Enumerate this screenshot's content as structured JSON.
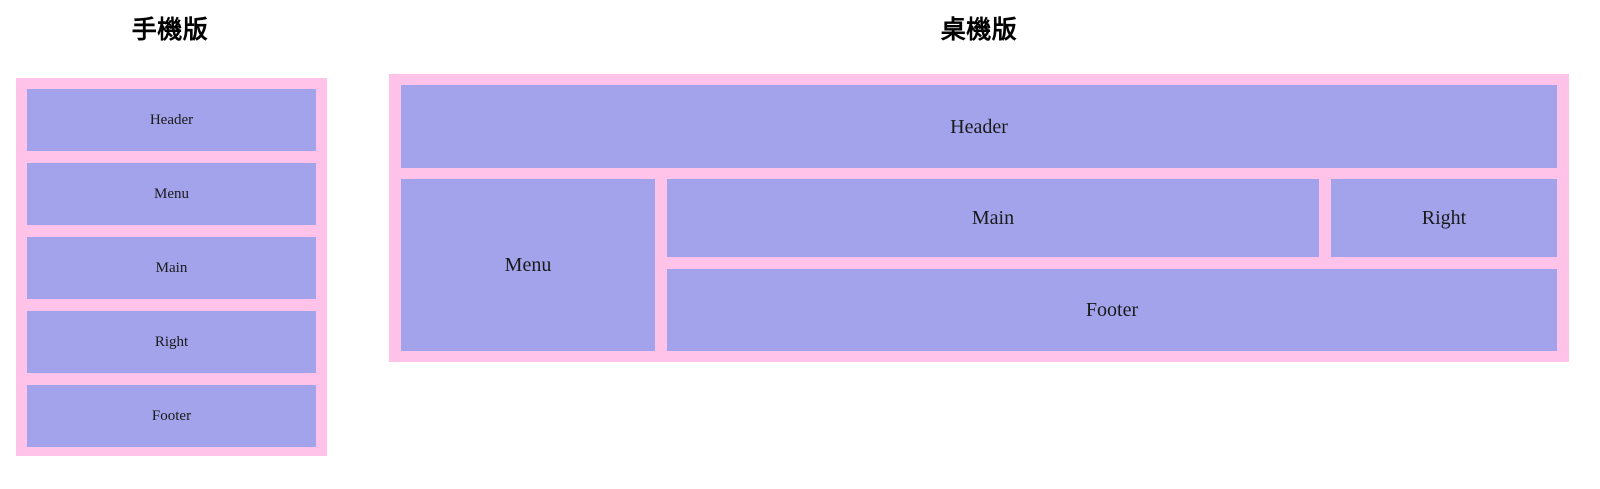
{
  "colors": {
    "background": "#ffffff",
    "container_fill": "#ffc2e8",
    "cell_fill": "#a3a3ec",
    "text": "#1a1a1a",
    "title_text": "#000000"
  },
  "mobile": {
    "title": "手機版",
    "cells": [
      {
        "label": "Header"
      },
      {
        "label": "Menu"
      },
      {
        "label": "Main"
      },
      {
        "label": "Right"
      },
      {
        "label": "Footer"
      }
    ]
  },
  "desktop": {
    "title": "桌機版",
    "cells": {
      "header": {
        "label": "Header"
      },
      "menu": {
        "label": "Menu"
      },
      "main": {
        "label": "Main"
      },
      "right": {
        "label": "Right"
      },
      "footer": {
        "label": "Footer"
      }
    }
  }
}
